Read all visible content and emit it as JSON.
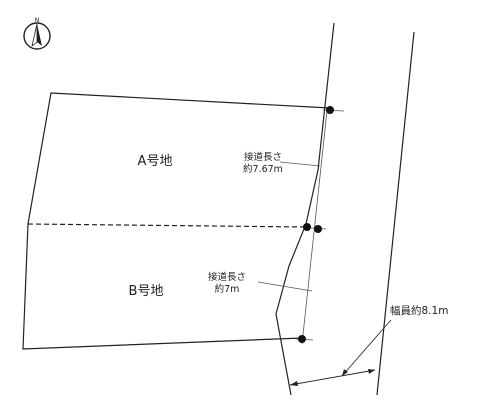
{
  "compass": {
    "north_label": "N"
  },
  "lots": {
    "a": {
      "label": "A号地"
    },
    "b": {
      "label": "B号地"
    }
  },
  "frontage": {
    "a": {
      "line1": "接道長さ",
      "line2": "約7.67m"
    },
    "b": {
      "line1": "接道長さ",
      "line2": "約7m"
    }
  },
  "road": {
    "width_label": "幅員約8.1m"
  }
}
